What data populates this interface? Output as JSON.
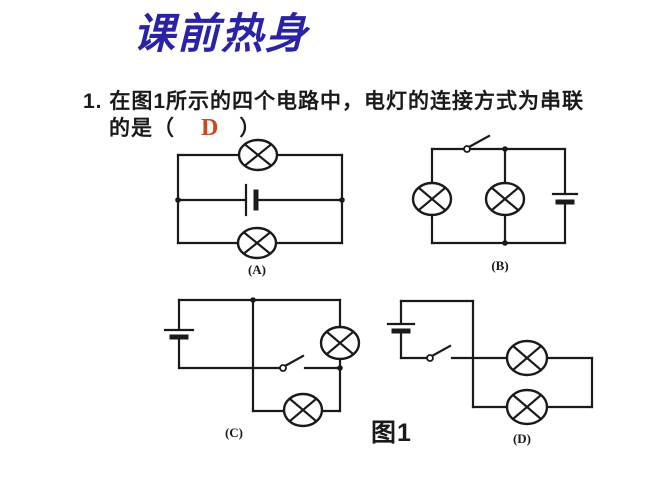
{
  "slide": {
    "title": "课前热身",
    "question": {
      "number_and_line1": "1. 在图1所示的四个电路中，电灯的连接方式为串联",
      "line2_prefix": "的是（",
      "answer": "D",
      "line2_suffix": "）"
    },
    "figure": {
      "caption": "图1",
      "circuit_labels": {
        "a": "(A)",
        "b": "(B)",
        "c": "(C)",
        "d": "(D)"
      }
    }
  },
  "colors": {
    "title-blue": "#2a23a5",
    "answer-orange": "#c84a1e",
    "ink": "#1a1a1a"
  }
}
